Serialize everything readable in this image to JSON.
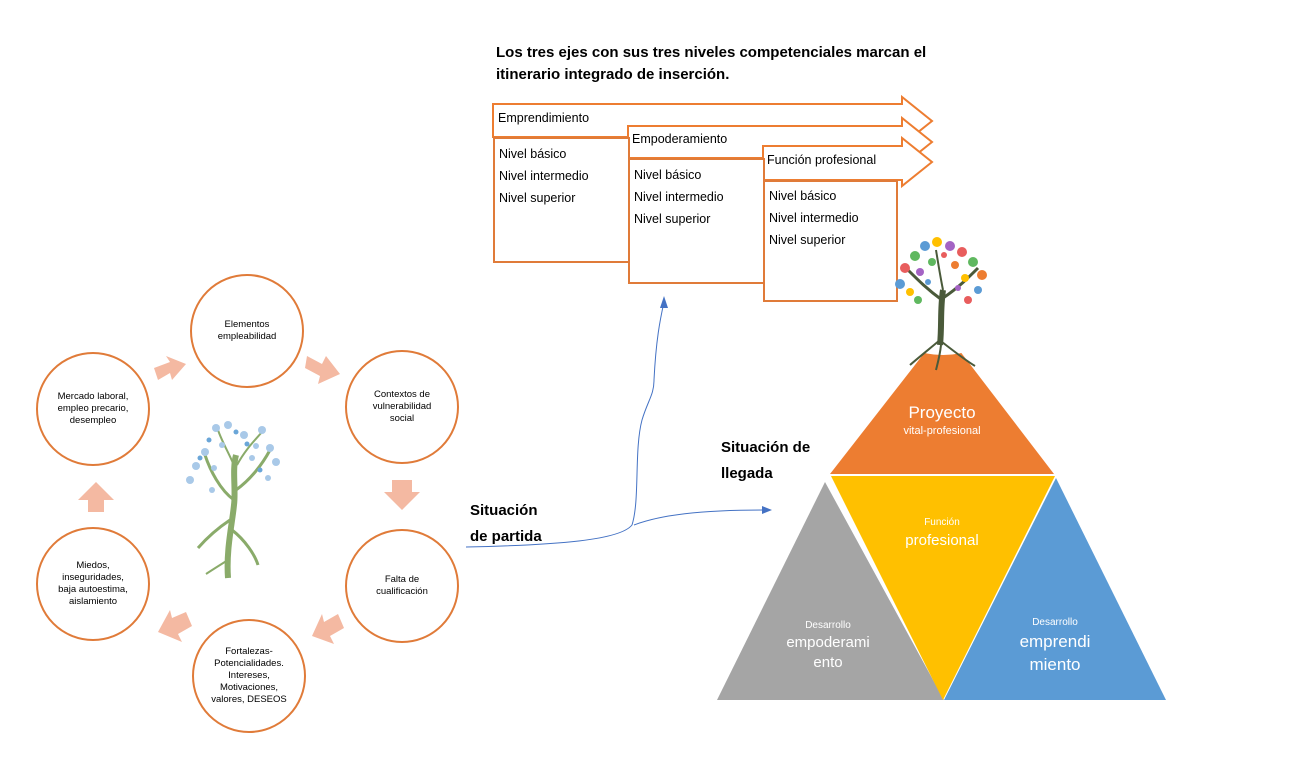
{
  "heading": "Los tres ejes con sus tres niveles competenciales marcan el itinerario integrado de inserción.",
  "axes": [
    {
      "title": "Emprendimiento",
      "levels": [
        "Nivel básico",
        "Nivel intermedio",
        "Nivel superior"
      ]
    },
    {
      "title": "Empoderamiento",
      "levels": [
        "Nivel básico",
        "Nivel intermedio",
        "Nivel superior"
      ]
    },
    {
      "title": "Función profesional",
      "levels": [
        "Nivel básico",
        "Nivel intermedio",
        "Nivel superior"
      ]
    }
  ],
  "cycle": [
    "Elementos\nempleabilidad",
    "Contextos de\nvulnerabilidad\nsocial",
    "Falta de\ncualificación",
    "Fortalezas-\nPotencialidades.\nIntereses,\nMotivaciones,\nvalores, DESEOS",
    "Miedos,\ninseguridades,\nbaja autoestima,\naislamiento",
    "Mercado laboral,\nempleo precario,\ndesempleo"
  ],
  "labels": {
    "start_line1": "Situación",
    "start_line2": "de partida",
    "arrival_line1": "Situación de",
    "arrival_line2": "llegada"
  },
  "pyramid": {
    "top_main": "Proyecto",
    "top_sub": "vital-profesional",
    "center_small": "Función",
    "center_main": "profesional",
    "left_small": "Desarrollo",
    "left_main1": "empoderami",
    "left_main2": "ento",
    "right_small": "Desarrollo",
    "right_main1": "emprendi",
    "right_main2": "miento"
  },
  "colors": {
    "orange": "#ed7d31",
    "orange_border": "#e07b39",
    "gray": "#a5a5a5",
    "yellow": "#ffc000",
    "blue": "#5b9bd5",
    "arrow_salmon": "#f4b9a2",
    "connector_blue": "#4472c4"
  }
}
